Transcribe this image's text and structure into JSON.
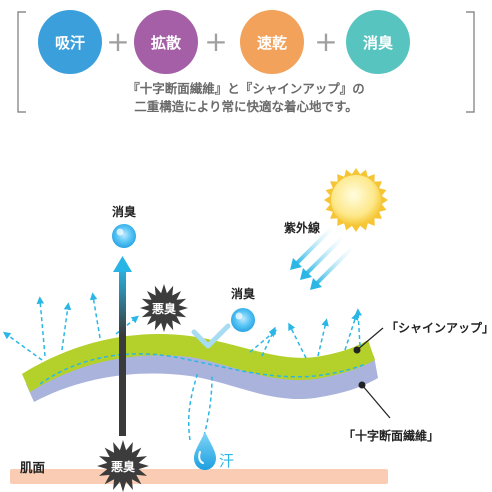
{
  "top": {
    "features": [
      {
        "label": "吸汗",
        "color": "#3b9fdc"
      },
      {
        "label": "拡散",
        "color": "#a45fa6"
      },
      {
        "label": "速乾",
        "color": "#f2a25a"
      },
      {
        "label": "消臭",
        "color": "#58c4c0"
      }
    ],
    "plus": "+",
    "caption_line1": "『十字断面繊維』と『シャインアップ』の",
    "caption_line2": "二重構造により常に快適な着心地です。"
  },
  "diagram": {
    "deodorize_top": "消臭",
    "deodorize_mid": "消臭",
    "uv": "紫外線",
    "odor_badge_1": "悪臭",
    "odor_badge_2": "悪臭",
    "shine_up_label": "「シャインアップ」",
    "fiber_label": "「十字断面繊維」",
    "sweat_label": "汗",
    "skin_label": "肌面"
  },
  "colors": {
    "green_layer": "#b3d12a",
    "blue_layer": "#a9b3dc",
    "arrow_cyan": "#2bb7e5",
    "skin": "#f9ccb3",
    "odor_dark": "#3c3c3c"
  }
}
